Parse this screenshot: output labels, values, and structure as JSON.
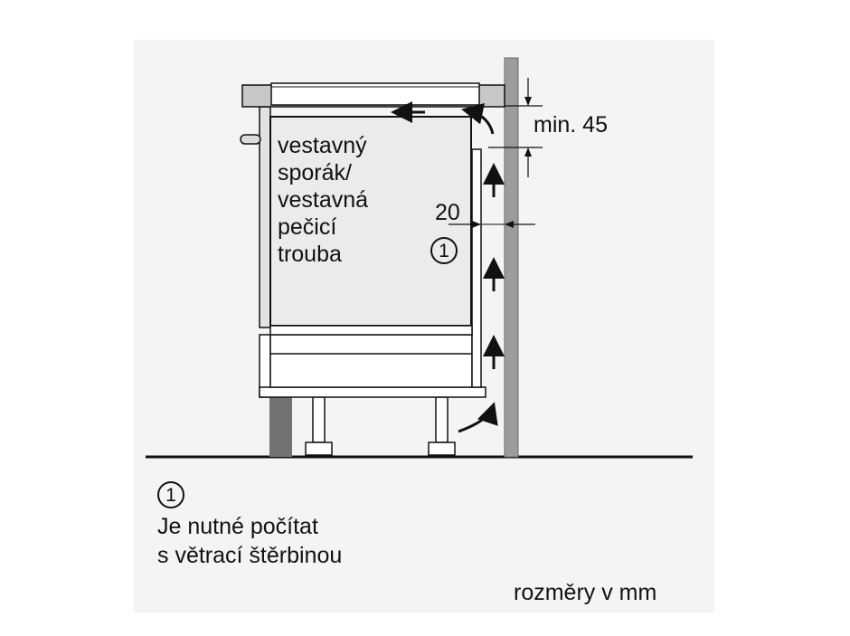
{
  "appliance_label": "vestavný\nsporák/\nvestavná\npečicí\ntrouba",
  "dimension_gap": "20",
  "dimension_min": "min. 45",
  "marker": "1",
  "legend": {
    "marker": "1",
    "text": "Je nutné počítat\ns větrací štěrbinou"
  },
  "units_note": "rozměry v mm",
  "colors": {
    "panel": "#f4f4f4",
    "oven_body": "#ebebeb",
    "wall": "#9c9c9c",
    "plinth": "#727272",
    "line": "#111111"
  }
}
